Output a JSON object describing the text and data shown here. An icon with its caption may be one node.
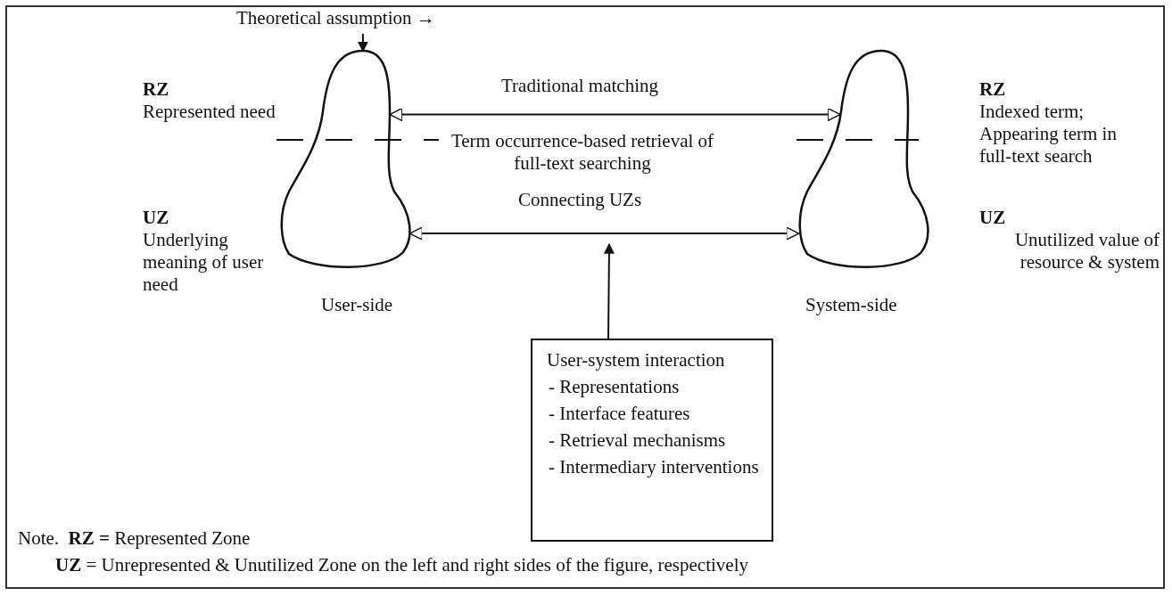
{
  "diagram": {
    "nodes": [
      {
        "text": [],
        "shape": "blob",
        "beside": [
          "User-side"
        ]
      },
      {
        "text": [],
        "shape": "blob",
        "beside": [
          "System-side"
        ]
      },
      {
        "text": [
          "User-system interaction",
          "- Representations",
          "- Interface features",
          "- Retrieval mechanisms",
          "- Intermediary interventions"
        ]
      },
      {
        "text": [
          "Theoretical assumption →"
        ]
      }
    ],
    "edges": [
      {
        "from": 0,
        "to": 1,
        "arrow": "both",
        "label": "Traditional matching"
      },
      {
        "from": 0,
        "to": 1,
        "arrow": "both",
        "label": "Connecting UZs"
      },
      {
        "from": 2,
        "to": null,
        "arrow": "to"
      },
      {
        "from": 3,
        "to": 0,
        "arrow": "to"
      }
    ],
    "labels": [
      "RZ",
      "Represented need",
      "RZ",
      "Indexed term; Appearing term in full-text search",
      "Term occurrence-based retrieval of full-text searching",
      "UZ",
      "Underlying meaning of user need",
      "UZ",
      "Unutilized value of resource & system",
      "Note.  **RZ =** Represented Zone",
      "**UZ** = Unrepresented & Unutilized Zone on the left and right sides of the figure, respectively"
    ]
  }
}
